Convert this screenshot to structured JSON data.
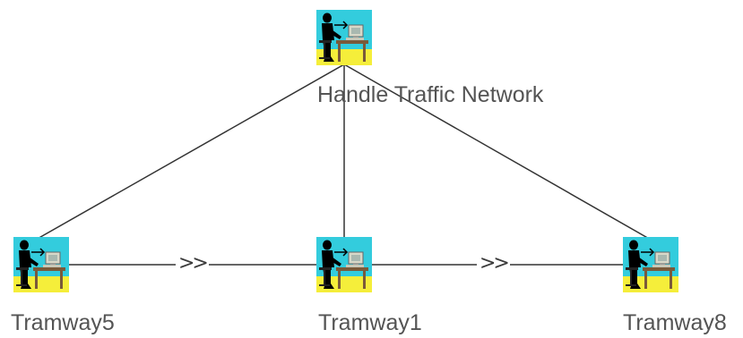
{
  "diagram": {
    "nodes": {
      "top": {
        "label": "Handle Traffic Network",
        "icon": "operator-workstation-icon"
      },
      "left": {
        "label": "Tramway5",
        "icon": "operator-workstation-icon"
      },
      "middle": {
        "label": "Tramway1",
        "icon": "operator-workstation-icon"
      },
      "right": {
        "label": "Tramway8",
        "icon": "operator-workstation-icon"
      }
    },
    "edges": {
      "left_to_middle_label": ">>",
      "middle_to_right_label": ">>"
    },
    "colors": {
      "icon_sky": "#33ccdd",
      "icon_floor": "#f5ee3a",
      "icon_figure": "#000000",
      "line": "#333333",
      "label": "#545454"
    }
  }
}
